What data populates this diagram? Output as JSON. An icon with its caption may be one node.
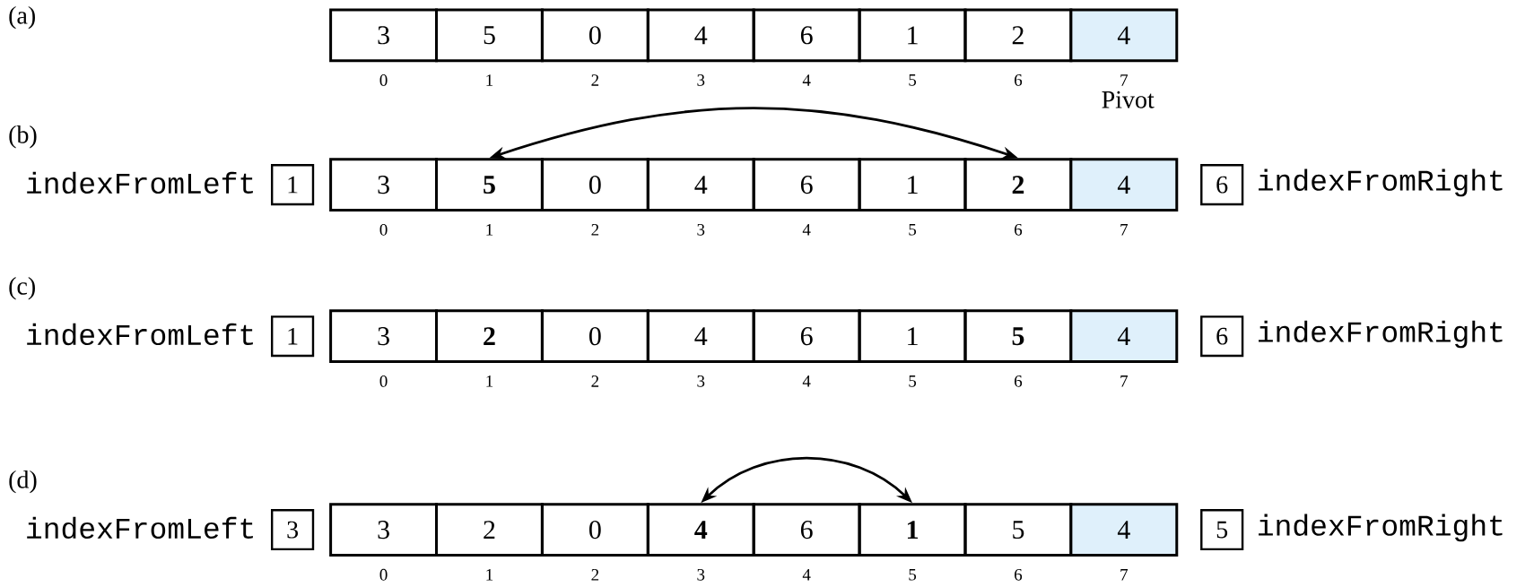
{
  "diagram": {
    "nodes": [
      {
        "text": [
          "3"
        ],
        "beside": [
          "0"
        ]
      },
      {
        "text": [
          "5"
        ],
        "beside": [
          "1"
        ]
      },
      {
        "text": [
          "0"
        ],
        "beside": [
          "2"
        ]
      },
      {
        "text": [
          "4"
        ],
        "beside": [
          "3"
        ]
      },
      {
        "text": [
          "6"
        ],
        "beside": [
          "4"
        ]
      },
      {
        "text": [
          "1"
        ],
        "beside": [
          "5"
        ]
      },
      {
        "text": [
          "2"
        ],
        "beside": [
          "6"
        ]
      },
      {
        "text": [
          "4"
        ],
        "beside": [
          "7",
          "Pivot"
        ]
      },
      {
        "text": [
          "1"
        ],
        "beside": [
          "indexFromLeft"
        ]
      },
      {
        "text": [
          "3"
        ],
        "beside": [
          "0"
        ]
      },
      {
        "text": [
          "**5**"
        ],
        "beside": [
          "1"
        ]
      },
      {
        "text": [
          "0"
        ],
        "beside": [
          "2"
        ]
      },
      {
        "text": [
          "4"
        ],
        "beside": [
          "3"
        ]
      },
      {
        "text": [
          "6"
        ],
        "beside": [
          "4"
        ]
      },
      {
        "text": [
          "1"
        ],
        "beside": [
          "5"
        ]
      },
      {
        "text": [
          "**2**"
        ],
        "beside": [
          "6"
        ]
      },
      {
        "text": [
          "4"
        ],
        "beside": [
          "7"
        ]
      },
      {
        "text": [
          "6"
        ],
        "beside": [
          "indexFromRight"
        ]
      },
      {
        "text": [
          "1"
        ],
        "beside": [
          "indexFromLeft"
        ]
      },
      {
        "text": [
          "3"
        ],
        "beside": [
          "0"
        ]
      },
      {
        "text": [
          "**2**"
        ],
        "beside": [
          "1"
        ]
      },
      {
        "text": [
          "0"
        ],
        "beside": [
          "2"
        ]
      },
      {
        "text": [
          "4"
        ],
        "beside": [
          "3"
        ]
      },
      {
        "text": [
          "6"
        ],
        "beside": [
          "4"
        ]
      },
      {
        "text": [
          "1"
        ],
        "beside": [
          "5"
        ]
      },
      {
        "text": [
          "**5**"
        ],
        "beside": [
          "6"
        ]
      },
      {
        "text": [
          "4"
        ],
        "beside": [
          "7"
        ]
      },
      {
        "text": [
          "6"
        ],
        "beside": [
          "indexFromRight"
        ]
      },
      {
        "text": [
          "3"
        ],
        "beside": [
          "indexFromLeft"
        ]
      },
      {
        "text": [
          "3"
        ],
        "beside": [
          "0"
        ]
      },
      {
        "text": [
          "2"
        ],
        "beside": [
          "1"
        ]
      },
      {
        "text": [
          "0"
        ],
        "beside": [
          "2"
        ]
      },
      {
        "text": [
          "**4**"
        ],
        "beside": [
          "3"
        ]
      },
      {
        "text": [
          "6"
        ],
        "beside": [
          "4"
        ]
      },
      {
        "text": [
          "**1**"
        ],
        "beside": [
          "5"
        ]
      },
      {
        "text": [
          "5"
        ],
        "beside": [
          "6"
        ]
      },
      {
        "text": [
          "4"
        ],
        "beside": [
          "7"
        ]
      },
      {
        "text": [
          "5"
        ],
        "beside": [
          "indexFromRight"
        ]
      }
    ],
    "edges": [
      {
        "from": 10,
        "to": 15,
        "arrow": "both"
      },
      {
        "from": 32,
        "to": 34,
        "arrow": "both"
      }
    ],
    "labels": [
      "(a)",
      "(b)",
      "(c)",
      "(d)"
    ]
  }
}
